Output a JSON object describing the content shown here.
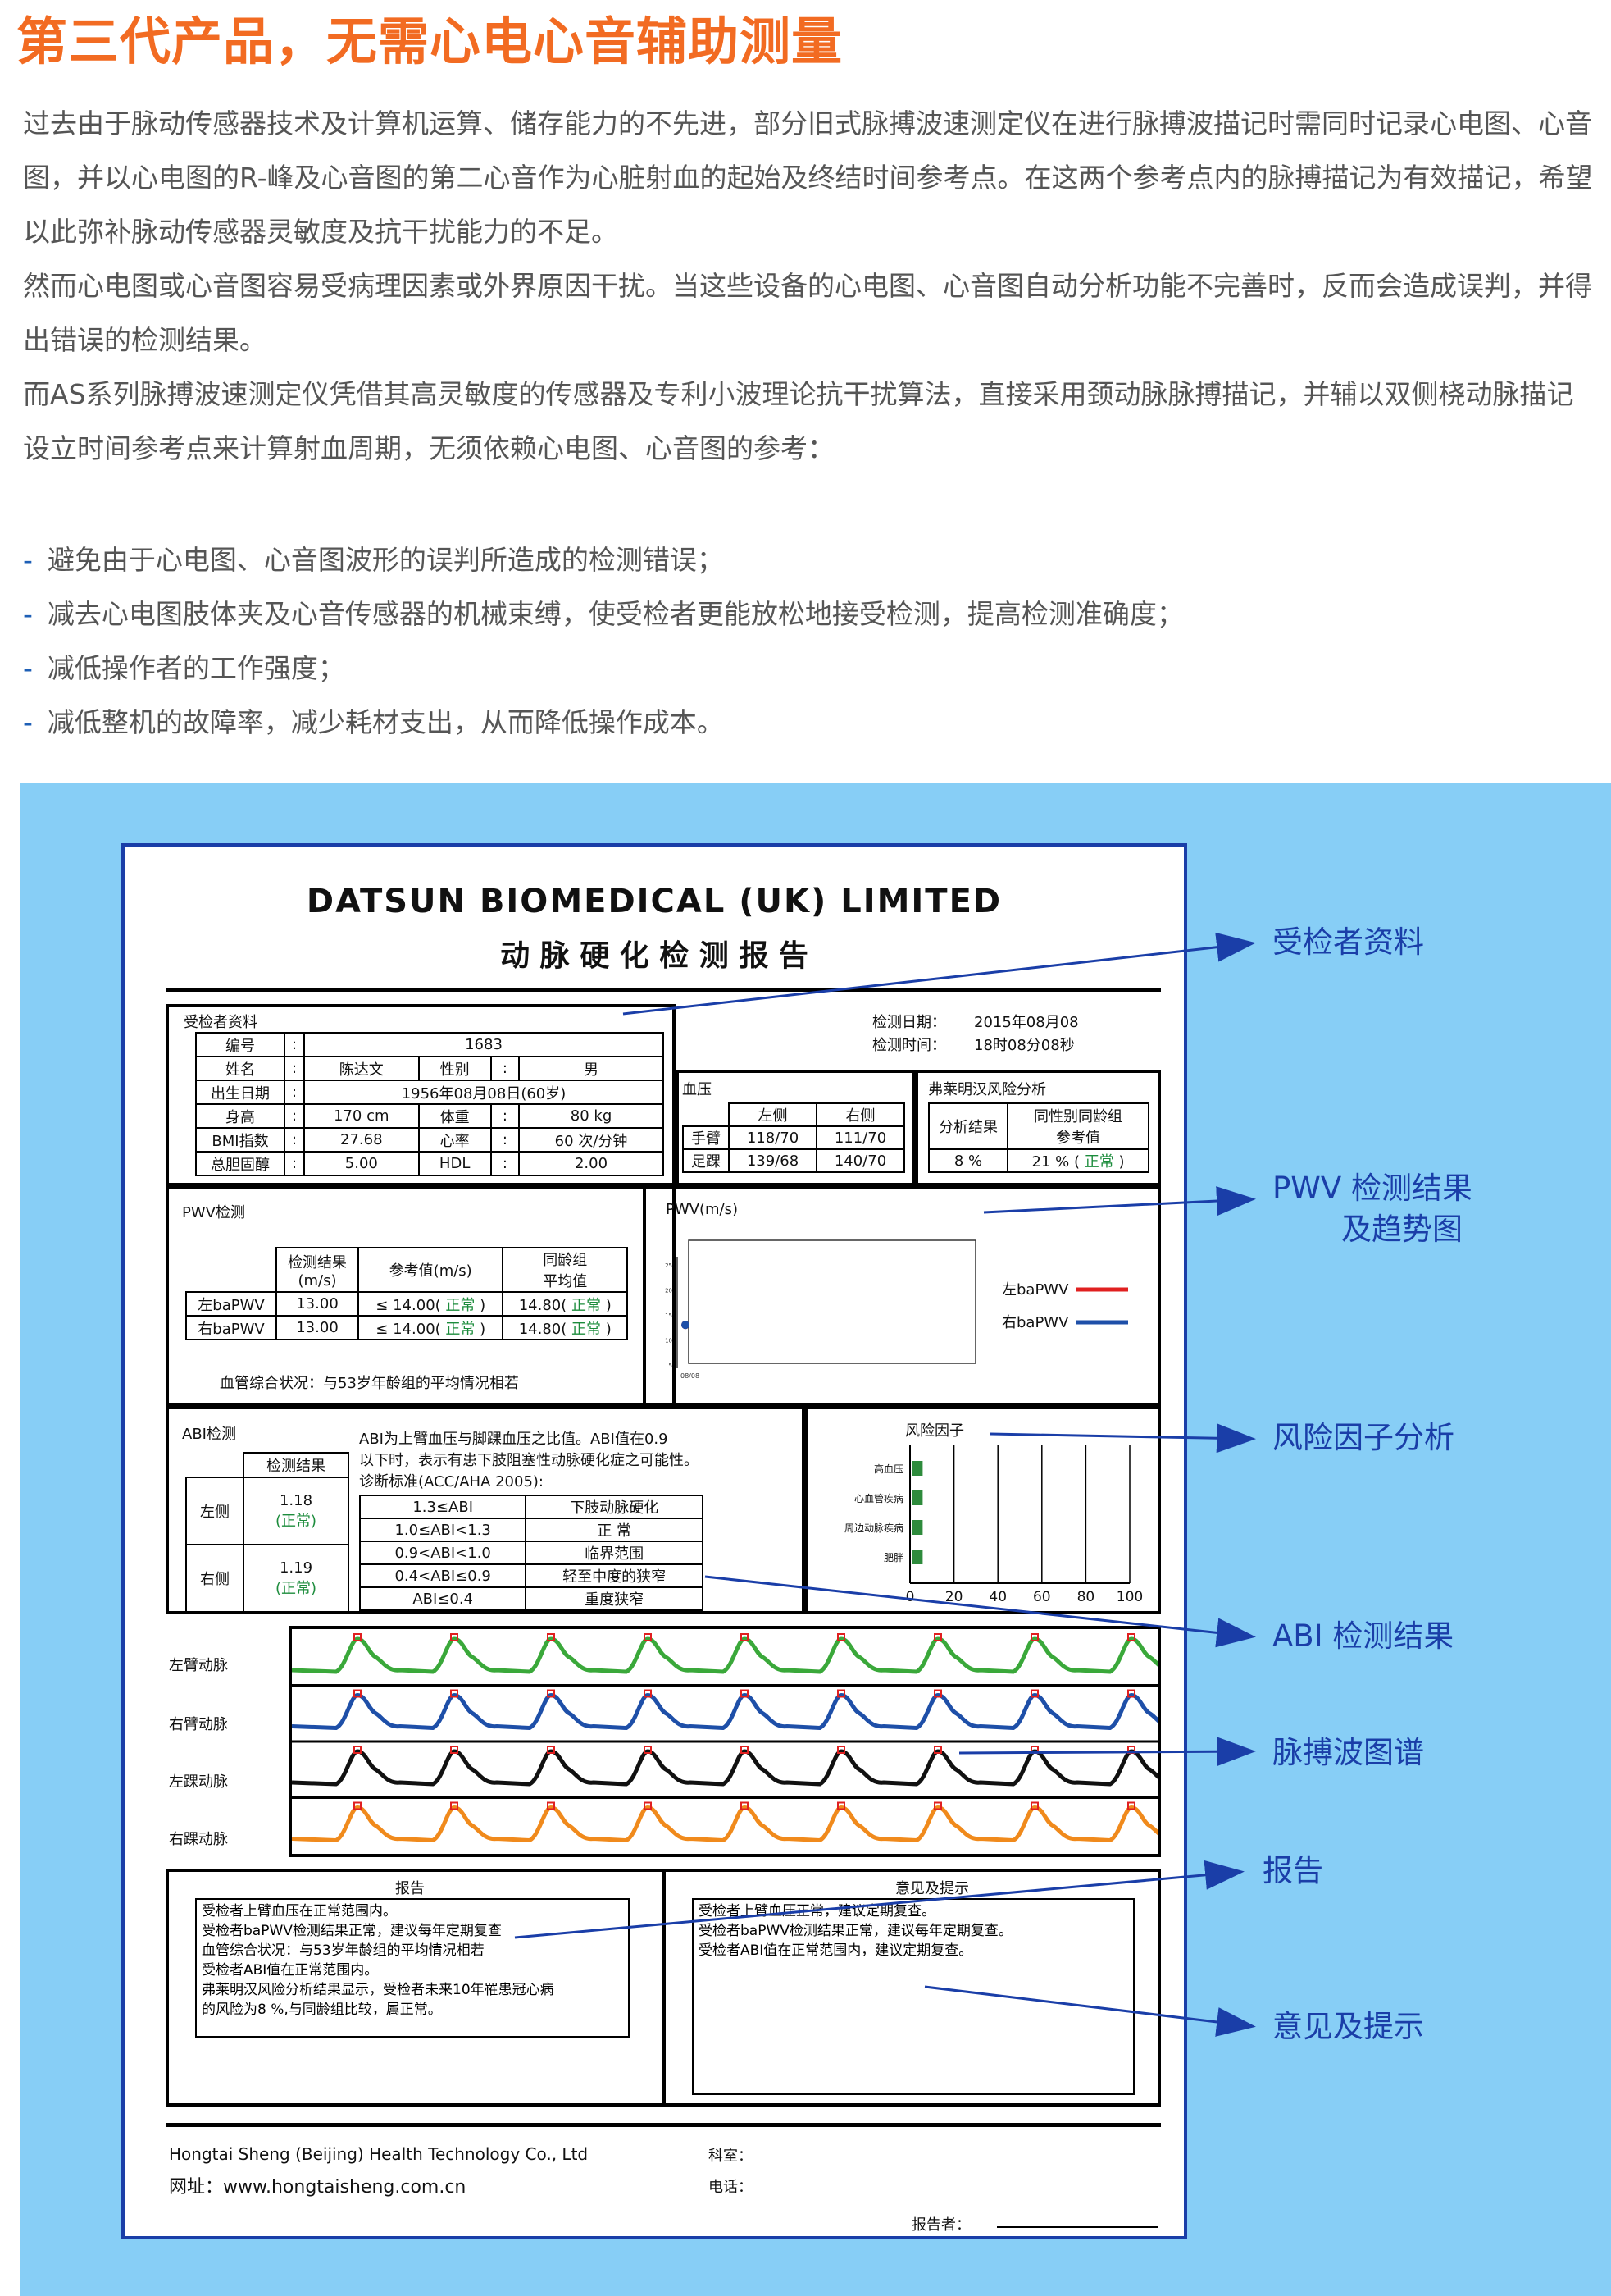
{
  "headline": "第三代产品，无需心电心音辅助测量",
  "intro": [
    "过去由于脉动传感器技术及计算机运算、储存能力的不先进，部分旧式脉搏波速测定仪在进行脉搏波描记时需同时记录心电图、心音图，并以心电图的R-峰及心音图的第二心音作为心脏射血的起始及终结时间参考点。在这两个参考点内的脉搏描记为有效描记，希望以此弥补脉动传感器灵敏度及抗干扰能力的不足。",
    "然而心电图或心音图容易受病理因素或外界原因干扰。当这些设备的心电图、心音图自动分析功能不完善时，反而会造成误判，并得出错误的检测结果。",
    "而AS系列脉搏波速测定仪凭借其高灵敏度的传感器及专利小波理论抗干扰算法，直接采用颈动脉脉搏描记，并辅以双侧桡动脉描记设立时间参考点来计算射血周期，无须依赖心电图、心音图的参考："
  ],
  "bullets": [
    "避免由于心电图、心音图波形的误判所造成的检测错误；",
    "减去心电图肢体夹及心音传感器的机械束缚，使受检者更能放松地接受检测，提高检测准确度；",
    "减低操作者的工作强度；",
    "减低整机的故障率，减少耗材支出，从而降低操作成本。"
  ],
  "bullet_dash": "-",
  "colors": {
    "headline": "#f26b22",
    "body_text": "#555555",
    "panel_bg": "#87cef6",
    "callout": "#1a3ea8",
    "green": "#1c8c3c",
    "left_red": "#e02020",
    "right_blue": "#1e4fa8",
    "wave_green": "#3aa83a",
    "wave_blue": "#1e4fa8",
    "wave_black": "#111111",
    "wave_orange": "#f08a1c"
  },
  "report": {
    "company": "DATSUN BIOMEDICAL (UK) LIMITED",
    "title": "动 脉 硬 化 检 测 报 告",
    "patient": {
      "section_title": "受检者资料",
      "id_label": "编号",
      "id_value": "1683",
      "name_label": "姓名",
      "name_value": "陈达文",
      "sex_label": "性别",
      "sex_value": "男",
      "dob_label": "出生日期",
      "dob_value": "1956年08月08日(60岁)",
      "height_label": "身高",
      "height_value": "170",
      "height_unit": "cm",
      "weight_label": "体重",
      "weight_value": "80",
      "weight_unit": "kg",
      "bmi_label": "BMI指数",
      "bmi_value": "27.68",
      "hr_label": "心率",
      "hr_value": "60",
      "hr_unit": "次/分钟",
      "chol_label": "总胆固醇",
      "chol_value": "5.00",
      "hdl_label": "HDL",
      "hdl_value": "2.00",
      "colon": ":"
    },
    "test_date_label": "检测日期：",
    "test_date": "2015年08月08",
    "test_time_label": "检测时间：",
    "test_time": "18时08分08秒",
    "bp": {
      "title": "血压",
      "col_left": "左侧",
      "col_right": "右侧",
      "rows": [
        {
          "label": "手臂",
          "left": "118/70",
          "right": "111/70"
        },
        {
          "label": "足踝",
          "left": "139/68",
          "right": "140/70"
        }
      ]
    },
    "framingham": {
      "title": "弗莱明汉风险分析",
      "row_label": "分析结果",
      "col_label_1": "同性别同龄组",
      "col_label_2": "参考值",
      "value": "8 %",
      "ref": "21 %",
      "status": "正常"
    },
    "pwv": {
      "title": "PWV检测",
      "col1a": "检测结果",
      "col1b": "(m/s)",
      "col2": "参考值(m/s)",
      "col3a": "同龄组",
      "col3b": "平均值",
      "rows": [
        {
          "label": "左baPWV",
          "value": "13.00",
          "ref": "14.00",
          "ref_status": "正常",
          "avg": "14.80",
          "avg_status": "正常"
        },
        {
          "label": "右baPWV",
          "value": "13.00",
          "ref": "14.00",
          "ref_status": "正常",
          "avg": "14.80",
          "avg_status": "正常"
        }
      ],
      "le": "≤",
      "summary": "血管综合状况：与53岁年龄组的平均情况相若"
    },
    "pwv_chart_title": "PWV(m/s)",
    "abi": {
      "title": "ABI检测",
      "col": "检测结果",
      "left_label": "左侧",
      "left_value": "1.18",
      "left_status": "(正常)",
      "right_label": "右侧",
      "right_value": "1.19",
      "right_status": "(正常)",
      "desc_1": "ABI为上臂血压与脚踝血压之比值。ABI值在0.9",
      "desc_2": "以下时，表示有患下肢阻塞性动脉硬化症之可能性。",
      "desc_3": "诊断标准(ACC/AHA 2005):",
      "criteria": [
        [
          "1.3≤ABI",
          "下肢动脉硬化"
        ],
        [
          "1.0≤ABI<1.3",
          "正 常"
        ],
        [
          "0.9<ABI<1.0",
          "临界范围"
        ],
        [
          "0.4<ABI≤0.9",
          "轻至中度的狭窄"
        ],
        [
          "ABI≤0.4",
          "重度狭窄"
        ]
      ]
    },
    "risk_title": "风险因子",
    "waves": {
      "labels": [
        "左臂动脉",
        "右臂动脉",
        "左踝动脉",
        "右踝动脉"
      ]
    },
    "report_box": {
      "title": "报告",
      "lines": [
        "受检者上臂血压在正常范围内。",
        "受检者baPWV检测结果正常，建议每年定期复查",
        "血管综合状况：与53岁年龄组的平均情况相若",
        "受检者ABI值在正常范围内。",
        "弗莱明汉风险分析结果显示，受检者未来10年罹患冠心病",
        "的风险为8 %,与同龄组比较，属正常。"
      ]
    },
    "advice_box": {
      "title": "意见及提示",
      "lines": [
        "受检者上臂血压正常，建议定期复查。",
        "受检者baPWV检测结果正常，建议每年定期复查。",
        "受检者ABI值在正常范围内，建议定期复查。"
      ]
    },
    "footer": {
      "company": "Hongtai Sheng (Beijing) Health Technology Co., Ltd",
      "website_label": "网址：",
      "website": "www.hongtaisheng.com.cn",
      "dept_label": "科室：",
      "phone_label": "电话：",
      "reporter_label": "报告者："
    }
  },
  "chart_data": [
    {
      "type": "scatter",
      "title": "PWV(m/s)",
      "x": [
        "08/08"
      ],
      "series": [
        {
          "name": "左baPWV",
          "values": [
            13.0
          ],
          "color": "#e02020"
        },
        {
          "name": "右baPWV",
          "values": [
            13.0
          ],
          "color": "#1e4fa8"
        }
      ],
      "ytick_labels": [
        "5",
        "10",
        "15",
        "20",
        "25"
      ],
      "ylim": [
        5,
        25
      ]
    },
    {
      "type": "bar",
      "title": "风险因子",
      "categories": [
        "高血压",
        "心血管疾病",
        "周边动脉疾病",
        "肥胖"
      ],
      "values": [
        5,
        5,
        5,
        5
      ],
      "xlim": [
        0,
        100
      ],
      "xtick_labels": [
        "0",
        "20",
        "40",
        "60",
        "80",
        "100"
      ],
      "color": "#2e8b3c"
    }
  ],
  "callouts": [
    "受检者资料",
    "PWV 检测结果",
    "及趋势图",
    "风险因子分析",
    "ABI 检测结果",
    "脉搏波图谱",
    "报告",
    "意见及提示"
  ]
}
